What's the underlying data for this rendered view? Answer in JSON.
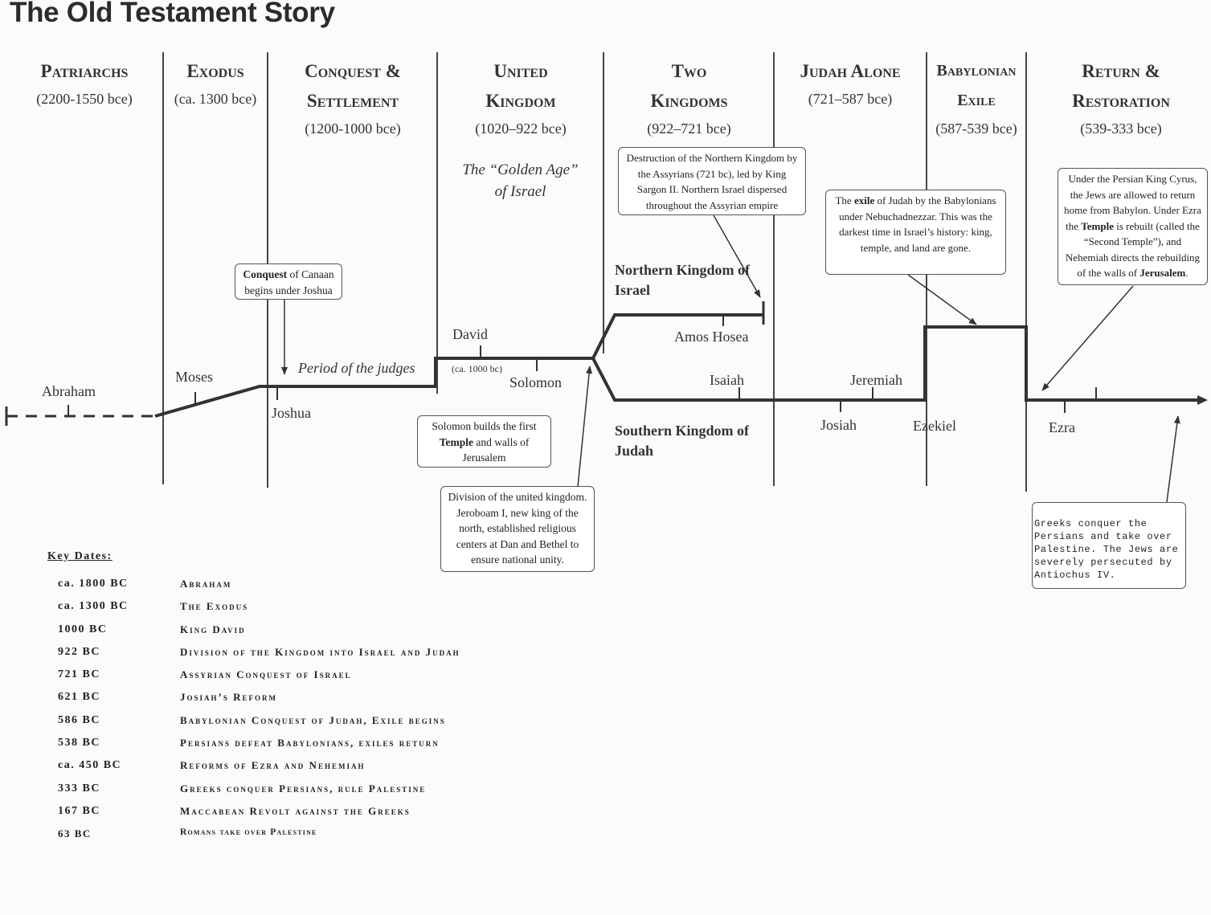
{
  "title": "The Old Testament Story",
  "periods": [
    {
      "name": "Patriarchs",
      "dates": "(2200-1550 bce)"
    },
    {
      "name": "Exodus",
      "dates": "(ca. 1300 bce)"
    },
    {
      "name": "Conquest & Settlement",
      "dates": "(1200-1000 bce)"
    },
    {
      "name": "United Kingdom",
      "dates": "(1020–922 bce)"
    },
    {
      "name": "Two Kingdoms",
      "dates": "(922–721 bce)"
    },
    {
      "name": "Judah Alone",
      "dates": "(721–587 bce)"
    },
    {
      "name": "Babylonian Exile",
      "dates": "(587-539 bce)"
    },
    {
      "name": "Return & Restoration",
      "dates": "(539-333 bce)"
    }
  ],
  "golden_age": "The “Golden Age” of Israel",
  "callouts": {
    "conquest": {
      "bold": "Conquest",
      "text": " of Canaan begins under Joshua"
    },
    "solomon_temple": {
      "pre": "Solomon builds the first ",
      "bold": "Temple",
      "post": " and walls of Jerusalem"
    },
    "division": "Division of the united kingdom. Jeroboam I, new king of the north, established religious centers at Dan and Bethel to ensure national unity.",
    "destruction": "Destruction of the Northern Kingdom by the Assyrians (721 bc), led by King Sargon II. Northern Israel dispersed throughout the Assyrian empire",
    "exile": {
      "pre": "The ",
      "bold": "exile",
      "post": " of Judah by the Babylonians under Nebuchadnezzar. This was the darkest time in Israel’s history: king, temple, and land are gone."
    },
    "persian": {
      "p1": "Under the Persian King Cyrus, the Jews are allowed to return home from Babylon. Under Ezra the ",
      "b1": "Temple",
      "p2": " is rebuilt (called the “Second Temple”), and Nehemiah directs the rebuilding of the walls of ",
      "b2": "Jerusalem",
      "p3": "."
    },
    "greeks": "Greeks conquer the Persians and take over Palestine. The Jews are severely persecuted by Antiochus IV."
  },
  "labels": {
    "abraham": "Abraham",
    "moses": "Moses",
    "joshua": "Joshua",
    "judges": "Period of the judges",
    "david": "David",
    "ca1000": "(ca. 1000 bc)",
    "solomon": "Solomon",
    "northern": "Northern Kingdom of Israel",
    "amos_hosea": "Amos Hosea",
    "isaiah": "Isaiah",
    "southern": "Southern Kingdom of Judah",
    "josiah": "Josiah",
    "jeremiah": "Jeremiah",
    "ezekiel": "Ezekiel",
    "ezra": "Ezra"
  },
  "key_dates_title": "Key Dates:",
  "key_dates": [
    {
      "date": "ca. 1800 BC",
      "event": "Abraham"
    },
    {
      "date": "ca. 1300 BC",
      "event": "The Exodus"
    },
    {
      "date": "1000 BC",
      "event": "King David"
    },
    {
      "date": "922 BC",
      "event": "Division of the Kingdom into Israel and Judah"
    },
    {
      "date": "721 BC",
      "event": "Assyrian Conquest of Israel"
    },
    {
      "date": "621 BC",
      "event": "Josiah’s Reform"
    },
    {
      "date": "586 BC",
      "event": "Babylonian Conquest of Judah, Exile begins"
    },
    {
      "date": "538 BC",
      "event": "Persians defeat Babylonians, exiles return"
    },
    {
      "date": "ca. 450 BC",
      "event": "Reforms of Ezra and Nehemiah"
    },
    {
      "date": "333 BC",
      "event": "Greeks conquer Persians, rule Palestine"
    },
    {
      "date": "167 BC",
      "event": "Maccabean Revolt against the Greeks"
    },
    {
      "date": "63 BC",
      "event": "Romans take over Palestine"
    }
  ]
}
